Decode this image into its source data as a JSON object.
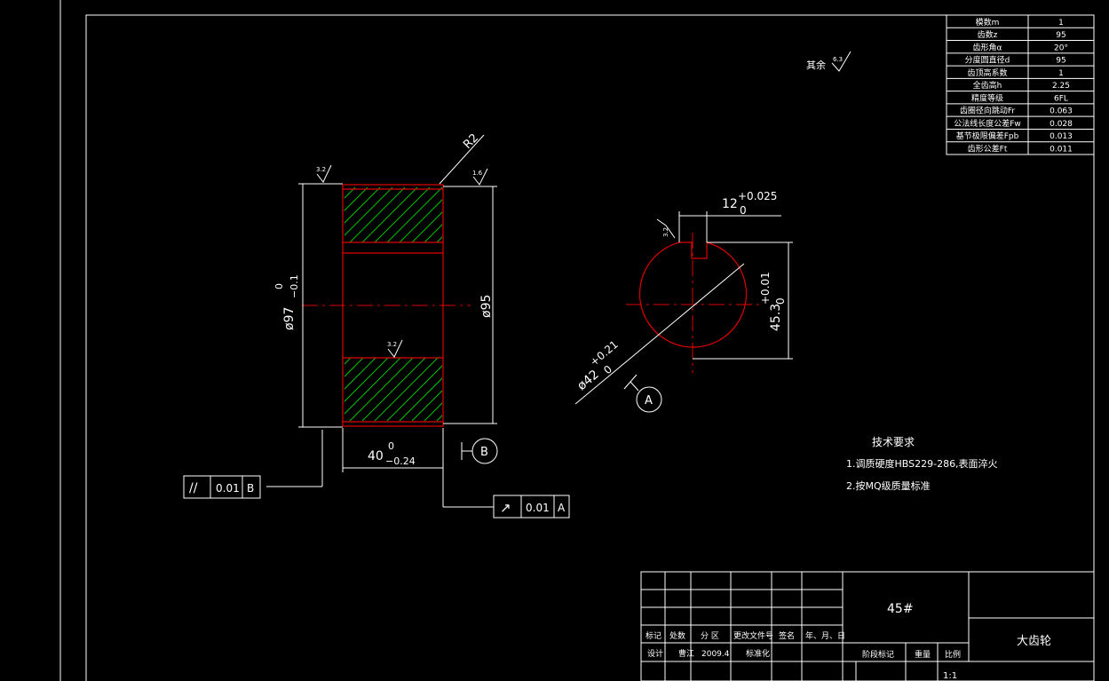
{
  "params_table": [
    {
      "label": "模数m",
      "value": "1"
    },
    {
      "label": "齿数z",
      "value": "95"
    },
    {
      "label": "齿形角α",
      "value": "20°"
    },
    {
      "label": "分度圆直径d",
      "value": "95"
    },
    {
      "label": "齿顶高系数",
      "value": "1"
    },
    {
      "label": "全齿高h",
      "value": "2.25"
    },
    {
      "label": "精度等级",
      "value": "6FL"
    },
    {
      "label": "齿圈径向跳动Fr",
      "value": "0.063"
    },
    {
      "label": "公法线长度公差Fw",
      "value": "0.028"
    },
    {
      "label": "基节极限偏差Fpb",
      "value": "0.013"
    },
    {
      "label": "齿形公差Ft",
      "value": "0.011"
    }
  ],
  "other_roughness": {
    "label": "其余",
    "value": "6.3"
  },
  "gear_view": {
    "radius_label": "R2",
    "roughness_left": "3.2",
    "roughness_right": "1.6",
    "roughness_mid": "3.2",
    "dia_outer_main": "ø97",
    "dia_outer_upper": "0",
    "dia_outer_lower": "−0.1",
    "dia_pitch": "ø95",
    "width_main": "40",
    "width_upper": "0",
    "width_lower": "−0.24",
    "datum_b": "B"
  },
  "hub_view": {
    "key_main": "12",
    "key_upper": "+0.025",
    "key_lower": "0",
    "roughness_key": "3.2",
    "bore_main": "ø42",
    "bore_upper": "+0.21",
    "bore_lower": "0",
    "depth_main": "45.3",
    "depth_upper": "+0.01",
    "depth_lower": "0",
    "datum_a": "A"
  },
  "tolerance_frames": [
    {
      "symbol": "//",
      "value": "0.01",
      "datum": "B"
    },
    {
      "symbol": "↗",
      "value": "0.01",
      "datum": "A"
    }
  ],
  "tech_requirements": {
    "title": "技术要求",
    "items": [
      "1.调质硬度HBS229-286,表面淬火",
      "2.按MQ级质量标准"
    ]
  },
  "title_block": {
    "material": "45#",
    "part_name": "大齿轮",
    "header_cells": [
      "标记",
      "处数",
      "分 区",
      "更改文件号",
      "签名",
      "年、月、日"
    ],
    "row_design": [
      "设计",
      "曹江",
      "2009.4",
      "标准化"
    ],
    "stage_label": "阶段标记",
    "weight_label": "重量",
    "scale_label": "比例",
    "scale_value": "1:1"
  }
}
